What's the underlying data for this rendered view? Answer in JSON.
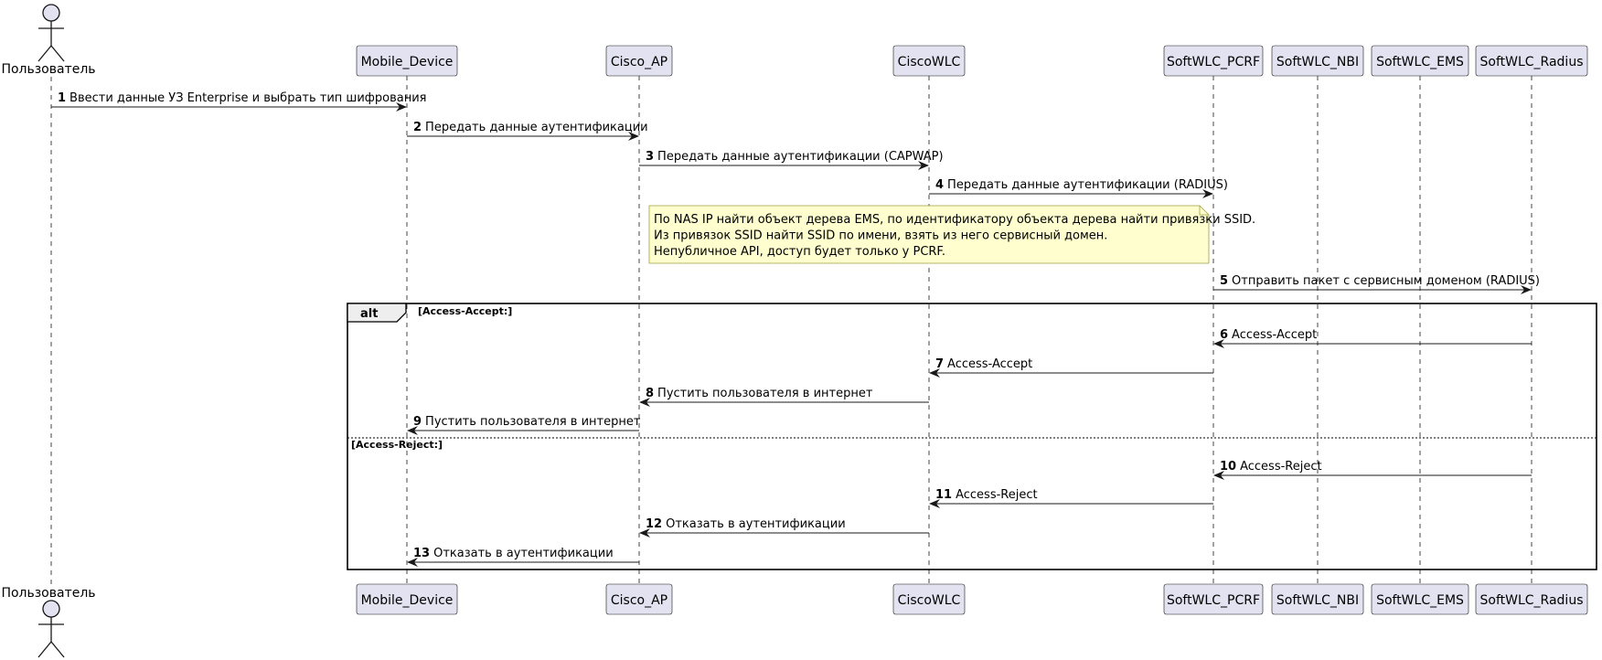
{
  "participants": [
    {
      "id": "user",
      "label": "Пользователь",
      "kind": "actor"
    },
    {
      "id": "mobile",
      "label": "Mobile_Device",
      "kind": "box"
    },
    {
      "id": "ap",
      "label": "Cisco_AP",
      "kind": "box"
    },
    {
      "id": "wlc",
      "label": "CiscoWLC",
      "kind": "box"
    },
    {
      "id": "pcrf",
      "label": "SoftWLC_PCRF",
      "kind": "box"
    },
    {
      "id": "nbi",
      "label": "SoftWLC_NBI",
      "kind": "box"
    },
    {
      "id": "ems",
      "label": "SoftWLC_EMS",
      "kind": "box"
    },
    {
      "id": "radius",
      "label": "SoftWLC_Radius",
      "kind": "box"
    }
  ],
  "messages": [
    {
      "num": "1",
      "text": "Ввести данные УЗ Enterprise и выбрать тип шифрования",
      "from": "user",
      "to": "mobile"
    },
    {
      "num": "2",
      "text": "Передать данные аутентификации",
      "from": "mobile",
      "to": "ap"
    },
    {
      "num": "3",
      "text": "Передать данные аутентификации (CAPWAP)",
      "from": "ap",
      "to": "wlc"
    },
    {
      "num": "4",
      "text": "Передать данные аутентификации (RADIUS)",
      "from": "wlc",
      "to": "pcrf"
    },
    {
      "num": "5",
      "text": "Отправить пакет с сервисным доменом (RADIUS)",
      "from": "pcrf",
      "to": "radius"
    },
    {
      "num": "6",
      "text": "Access-Accept",
      "from": "radius",
      "to": "pcrf"
    },
    {
      "num": "7",
      "text": "Access-Accept",
      "from": "pcrf",
      "to": "wlc"
    },
    {
      "num": "8",
      "text": "Пустить пользователя в интернет",
      "from": "wlc",
      "to": "ap"
    },
    {
      "num": "9",
      "text": "Пустить пользователя в интернет",
      "from": "ap",
      "to": "mobile"
    },
    {
      "num": "10",
      "text": "Access-Reject",
      "from": "radius",
      "to": "pcrf"
    },
    {
      "num": "11",
      "text": "Access-Reject",
      "from": "pcrf",
      "to": "wlc"
    },
    {
      "num": "12",
      "text": "Отказать в аутентификации",
      "from": "wlc",
      "to": "ap"
    },
    {
      "num": "13",
      "text": "Отказать в аутентификации",
      "from": "ap",
      "to": "mobile"
    }
  ],
  "note": {
    "lines": [
      "По NAS IP найти объект дерева EMS, по идентификатору объекта дерева найти привязки SSID.",
      "Из привязок SSID найти SSID по имени, взять из него сервисный домен.",
      "Непубличное API, доступ будет только у PCRF."
    ]
  },
  "alt_group": {
    "keyword": "alt",
    "conditions": [
      "[Access-Accept:]",
      "[Access-Reject:]"
    ]
  },
  "colors": {
    "participant_fill": "#e2e2f0",
    "participant_border": "#181818",
    "note_fill": "#fefece",
    "note_border": "#a0a040",
    "lifeline": "#181818",
    "arrow": "#181818",
    "group_border": "#000000"
  }
}
